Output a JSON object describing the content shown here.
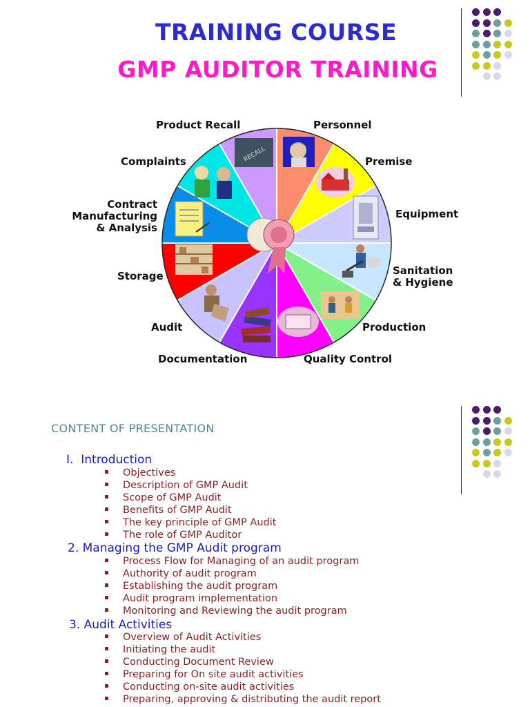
{
  "header": {
    "title": "TRAINING COURSE",
    "subtitle": "GMP AUDITOR TRAINING"
  },
  "wheel": {
    "segments": [
      {
        "label": "Personnel",
        "color": "#fb8c6e",
        "icon": "scientist-icon"
      },
      {
        "label": "Premise",
        "color": "#ffff00",
        "icon": "factory-icon"
      },
      {
        "label": "Equipment",
        "color": "#ccccff",
        "icon": "equipment-icon"
      },
      {
        "label": "Sanitation & Hygiene",
        "color": "#c6e7ff",
        "icon": "cleaning-worker-icon"
      },
      {
        "label": "Production",
        "color": "#84f089",
        "icon": "production-workers-icon"
      },
      {
        "label": "Quality Control",
        "color": "#ff00ff",
        "icon": "laboratory-icon"
      },
      {
        "label": "Documentation",
        "color": "#9933ff",
        "icon": "books-icon"
      },
      {
        "label": "Audit",
        "color": "#c8c2ff",
        "icon": "inspector-icon"
      },
      {
        "label": "Storage",
        "color": "#ff0000",
        "icon": "warehouse-icon"
      },
      {
        "label": "Contract Manufacturing & Analysis",
        "color": "#0a8de8",
        "icon": "contract-document-icon"
      },
      {
        "label": "Complaints",
        "color": "#00e6e6",
        "icon": "businessmen-icon"
      },
      {
        "label": "Product Recall",
        "color": "#cc99ff",
        "icon": "recall-box-icon"
      }
    ],
    "center_icon": "award-ribbon-icon",
    "label_lines": {
      "contract": [
        "Contract",
        "Manufacturing",
        "& Analysis"
      ],
      "sanitation": [
        "Sanitation",
        "& Hygiene"
      ]
    }
  },
  "content": {
    "heading": "CONTENT OF PRESENTATION",
    "sections": [
      {
        "number": "I.",
        "title": "Introduction",
        "items": [
          "Objectives",
          "Description of GMP Audit",
          "Scope of GMP Audit",
          "Benefits of GMP Audit",
          "The key principle of GMP Audit",
          "The role of GMP Auditor"
        ]
      },
      {
        "number": "2.",
        "title": "Managing the GMP Audit program",
        "items": [
          "Process Flow for Managing of an audit program",
          "Authority of audit program",
          "Establishing the audit program",
          "Audit program implementation",
          "Monitoring and Reviewing the audit program"
        ]
      },
      {
        "number": "3.",
        "title": "Audit Activities",
        "items": [
          "Overview of Audit Activities",
          "Initiating the audit",
          "Conducting Document Review",
          "Preparing for On site audit activities",
          "Conducting on-site audit activities",
          "Preparing, approving & distributing the audit report"
        ]
      }
    ]
  },
  "decor": {
    "dot_colors": {
      "purple": "#4a1a6b",
      "teal": "#6f9e9e",
      "yellow": "#c8c81e",
      "lavender": "#d8d8ea"
    }
  }
}
